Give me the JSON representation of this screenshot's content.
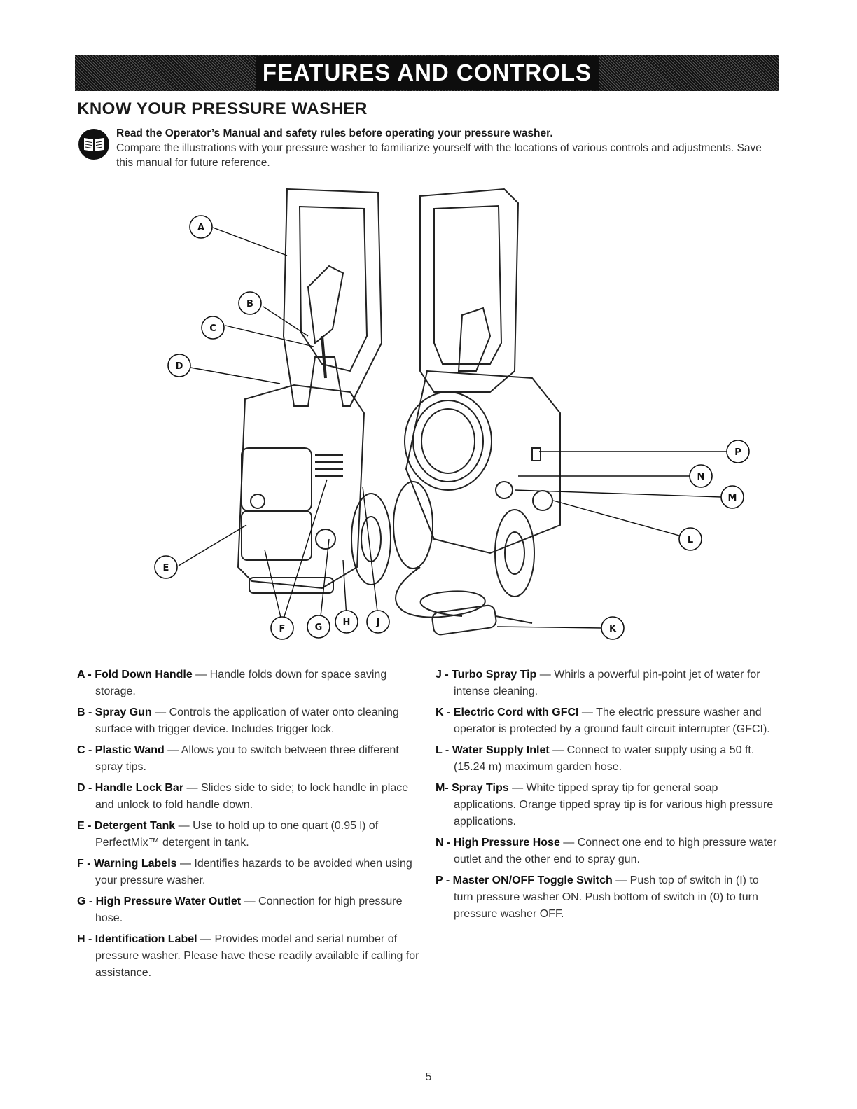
{
  "header": {
    "title": "FEATURES AND CONTROLS"
  },
  "subtitle": "KNOW YOUR PRESSURE WASHER",
  "intro": {
    "bold": "Read the Operator’s Manual and safety rules before operating your pressure washer.",
    "text": "Compare the illustrations with your pressure washer to familiarize yourself with the locations of various controls and adjustments. Save this manual for future reference."
  },
  "figure": {
    "callouts": [
      "A",
      "B",
      "C",
      "D",
      "E",
      "F",
      "G",
      "H",
      "J",
      "K",
      "L",
      "M",
      "N",
      "P"
    ]
  },
  "features_left": [
    {
      "key": "A -",
      "name": "Fold Down Handle",
      "desc": " — Handle folds down for space saving storage."
    },
    {
      "key": "B -",
      "name": "Spray Gun",
      "desc": " — Controls the application of water onto cleaning surface with trigger device. Includes trigger lock."
    },
    {
      "key": "C -",
      "name": "Plastic Wand",
      "desc": " — Allows you to switch between three different spray tips."
    },
    {
      "key": "D -",
      "name": "Handle Lock Bar",
      "desc": " — Slides side to side; to lock handle in place and unlock to fold handle down."
    },
    {
      "key": "E -",
      "name": "Detergent Tank",
      "desc": " — Use to hold up to one quart (0.95 l) of PerfectMix™ detergent in tank."
    },
    {
      "key": "F -",
      "name": "Warning Labels",
      "desc": " — Identifies hazards to be avoided when using your pressure washer."
    },
    {
      "key": "G -",
      "name": "High Pressure Water Outlet",
      "desc": " — Connection for high pressure hose."
    },
    {
      "key": "H -",
      "name": "Identification Label",
      "desc": " — Provides model and serial number of pressure washer. Please have these readily available if calling for assistance."
    }
  ],
  "features_right": [
    {
      "key": "J -",
      "name": "Turbo Spray Tip",
      "desc": " — Whirls a powerful pin-point jet of water for intense cleaning."
    },
    {
      "key": "K -",
      "name": "Electric Cord with GFCI",
      "desc": " — The electric pressure washer and operator is protected by a ground fault circuit interrupter (GFCI)."
    },
    {
      "key": "L -",
      "name": "Water Supply Inlet",
      "desc": " — Connect to water supply using a 50 ft. (15.24 m) maximum garden hose."
    },
    {
      "key": "M-",
      "name": "Spray Tips",
      "desc": " — White tipped spray tip for general soap applications. Orange tipped spray tip is for various high pressure applications."
    },
    {
      "key": "N -",
      "name": "High Pressure Hose",
      "desc": " — Connect one end to high pressure water outlet and the other end to spray gun."
    },
    {
      "key": "P -",
      "name": "Master ON/OFF Toggle Switch",
      "desc": " — Push top of switch in (I) to turn pressure washer ON. Push bottom of switch in (0) to turn pressure washer OFF."
    }
  ],
  "page_number": "5"
}
